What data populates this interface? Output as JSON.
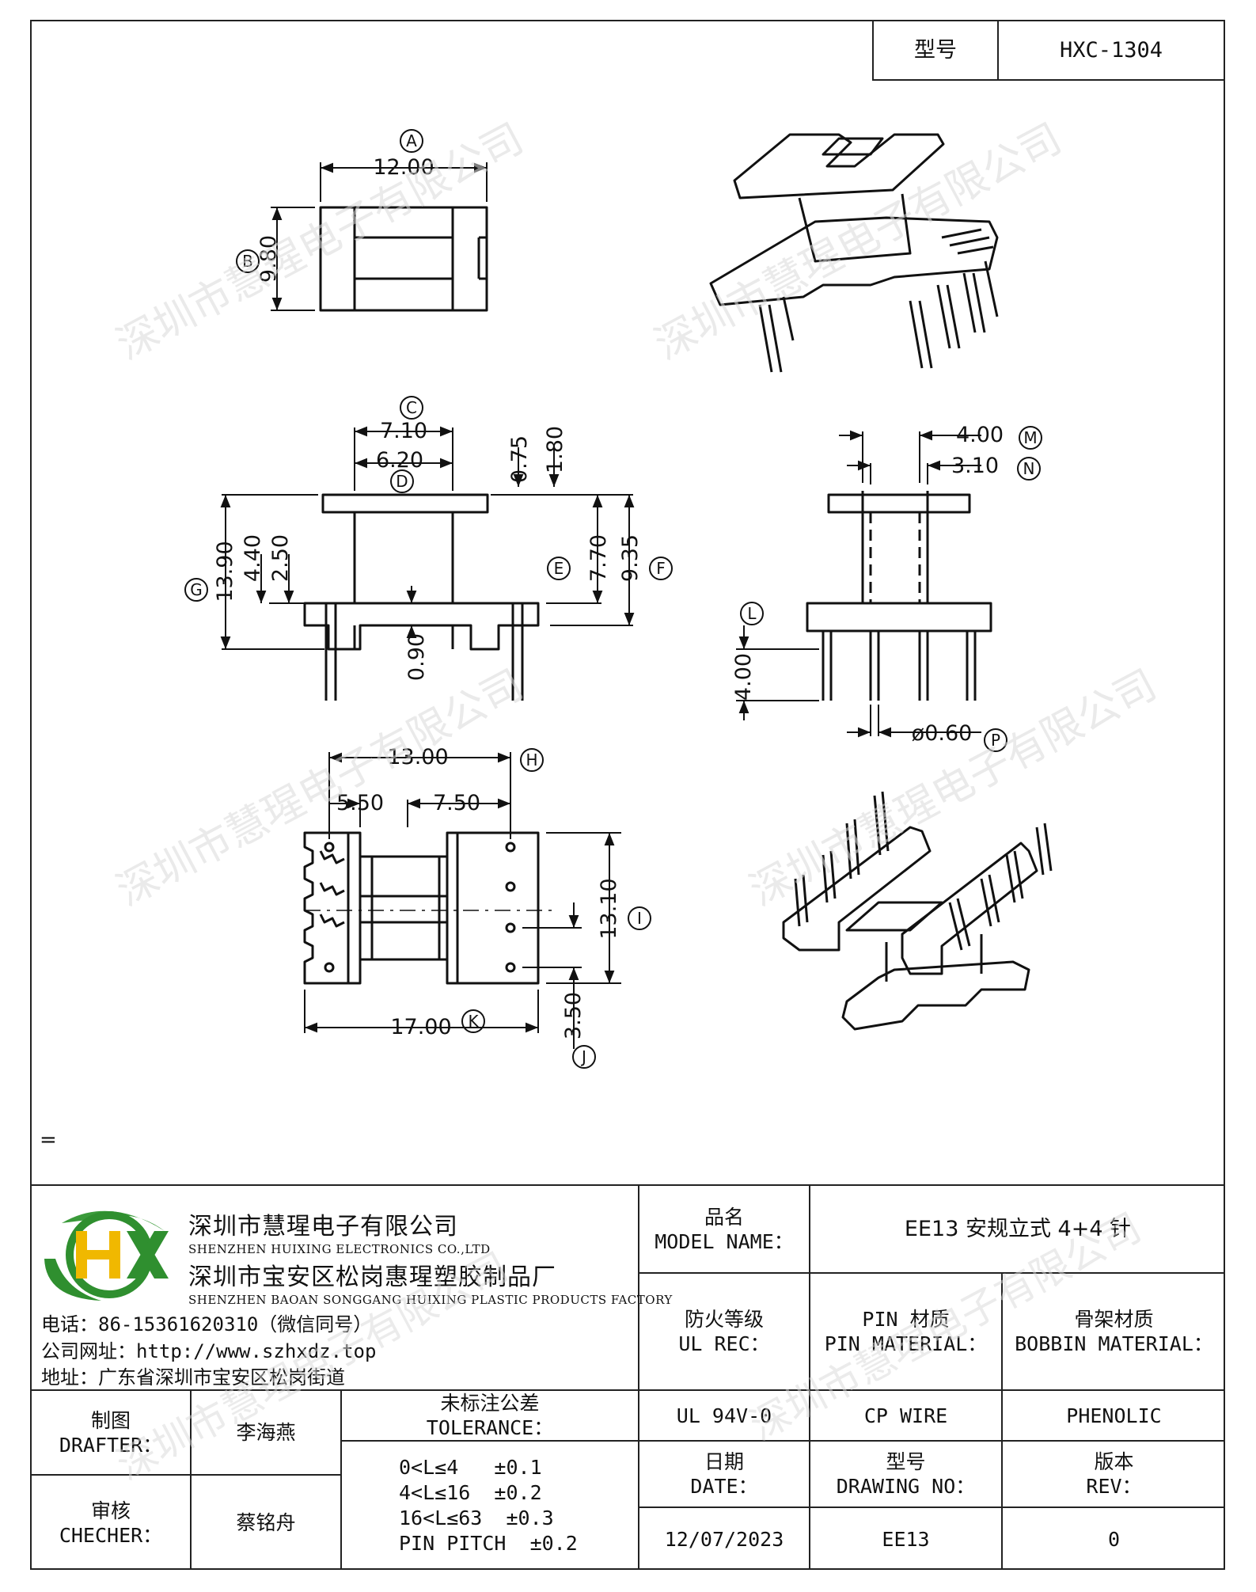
{
  "header": {
    "model_label": "型号",
    "model_value": "HXC-1304"
  },
  "drawing": {
    "dims": {
      "a": "12.00",
      "b": "9.80",
      "c": "7.10",
      "d": "6.20",
      "e1": "0.75",
      "e2": "1.80",
      "g1": "13.90",
      "g2": "4.40",
      "g3": "2.50",
      "f1": "7.70",
      "f2": "9.35",
      "k1": "0.90",
      "m": "4.00",
      "n": "3.10",
      "l": "4.00",
      "p": "ø0.60",
      "h1": "13.00",
      "h2": "5.50",
      "h3": "7.50",
      "i": "13.10",
      "j": "3.50",
      "k": "17.00"
    },
    "markers": {
      "A": "A",
      "B": "B",
      "C": "C",
      "D": "D",
      "E": "E",
      "F": "F",
      "G": "G",
      "H": "H",
      "I": "I",
      "J": "J",
      "K": "K",
      "L": "L",
      "M": "M",
      "N": "N",
      "P": "P"
    },
    "note": "="
  },
  "watermark": "深圳市慧瑆电子有限公司",
  "company": {
    "logo_text": "HX",
    "name_cn": "深圳市慧瑆电子有限公司",
    "name_en": "SHENZHEN HUIXING ELECTRONICS CO.,LTD",
    "factory_cn": "深圳市宝安区松岗惠瑆塑胶制品厂",
    "factory_en": "SHENZHEN BAOAN SONGGANG HUIXING PLASTIC PRODUCTS FACTORY",
    "phone": "电话：86-15361620310（微信同号）",
    "website": "公司网址：http://www.szhxdz.top",
    "address": "地址：广东省深圳市宝安区松岗街道"
  },
  "titleblock": {
    "model_name_cn": "品名",
    "model_name_en": "MODEL NAME：",
    "model_name_value": "EE13 安规立式 4+4 针",
    "ul_cn": "防火等级",
    "ul_en": "UL REC：",
    "pin_cn": "PIN 材质",
    "pin_en": "PIN MATERIAL：",
    "bobbin_cn": "骨架材质",
    "bobbin_en": "BOBBIN MATERIAL：",
    "ul_value": "UL 94V-0",
    "pin_value": "CP WIRE",
    "bobbin_value": "PHENOLIC",
    "drafter_cn": "制图",
    "drafter_en": "DRAFTER：",
    "drafter_value": "李海燕",
    "checker_cn": "审核",
    "checker_en": "CHECHER：",
    "checker_value": "蔡铭舟",
    "tolerance_cn": "未标注公差",
    "tolerance_en": "TOLERANCE：",
    "tolerance_lines": [
      "0<L≤4   ±0.1",
      "4<L≤16  ±0.2",
      "16<L≤63  ±0.3",
      "PIN PITCH  ±0.2"
    ],
    "date_cn": "日期",
    "date_en": "DATE：",
    "date_value": "12/07/2023",
    "drawing_no_cn": "型号",
    "drawing_no_en": "DRAWING NO：",
    "drawing_no_value": "EE13",
    "rev_cn": "版本",
    "rev_en": "REV：",
    "rev_value": "0"
  }
}
